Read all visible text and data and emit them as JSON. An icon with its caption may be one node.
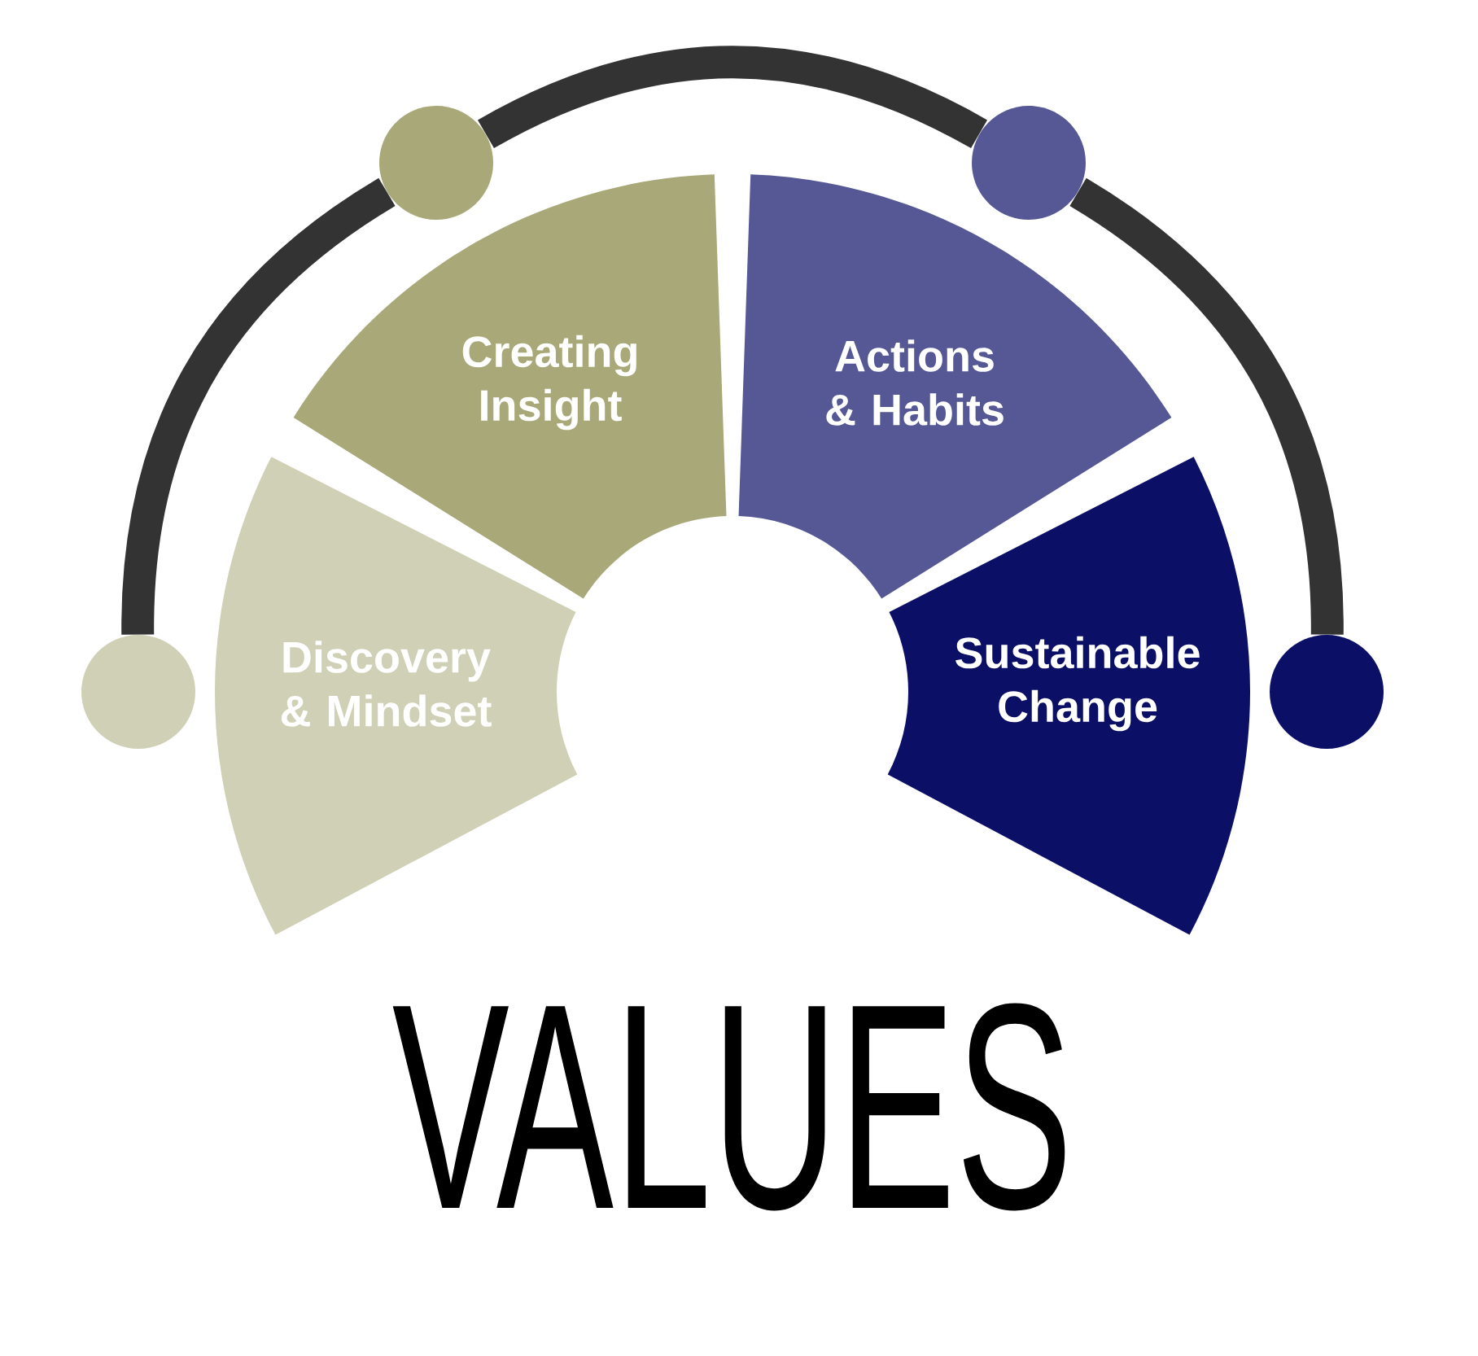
{
  "diagram": {
    "title": "VALUES",
    "nodes": [
      {
        "text": [
          "Discovery & Mindset"
        ]
      },
      {
        "text": [
          "Creating Insight"
        ]
      },
      {
        "text": [
          "Actions & Habits"
        ]
      },
      {
        "text": [
          "Sustainable Change"
        ]
      },
      {
        "text": [],
        "shape": "circle"
      },
      {
        "text": [],
        "shape": "circle"
      },
      {
        "text": [],
        "shape": "circle"
      },
      {
        "text": [],
        "shape": "circle"
      }
    ],
    "edges": [
      {
        "from": 4,
        "to": 5,
        "arrow": "none"
      },
      {
        "from": 5,
        "to": 6,
        "arrow": "none"
      },
      {
        "from": 6,
        "to": 7,
        "arrow": "none"
      }
    ]
  }
}
